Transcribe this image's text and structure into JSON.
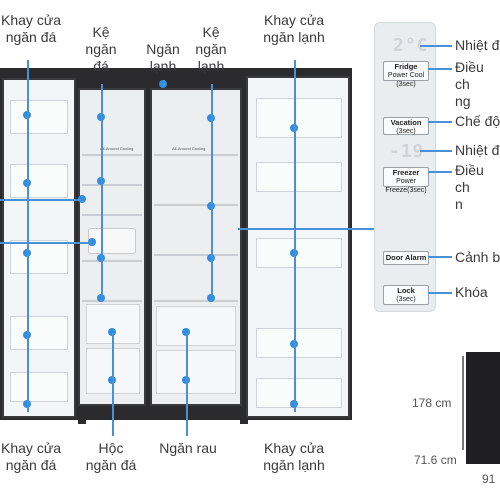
{
  "labels": {
    "top_left_tray": "Khay cửa\nngăn đá",
    "top_ice_shelf": "Kệ\nngăn\nđá",
    "top_cool_compartment": "Ngăn\nlạnh",
    "top_cool_shelf": "Kệ\nngăn\nlạnh",
    "top_right_tray": "Khay cửa\nngăn lạnh",
    "bottom_left_tray": "Khay cửa\nngăn đá",
    "bottom_ice_box": "Hộc\nngăn đá",
    "bottom_veg_drawer": "Ngăn rau",
    "bottom_right_tray": "Khay cửa\nngăn lạnh"
  },
  "panel_labels": {
    "fridge_temp": "Nhiệt đ",
    "fridge_adjust": "Điều ch\nng",
    "vacation_mode": "Chế độ",
    "freezer_temp": "Nhiệt đ",
    "freezer_adjust": "Điều ch\nn",
    "door_alarm": "Cảnh b",
    "lock": "Khóa"
  },
  "panel": {
    "fridge_display": "2°C",
    "fridge_btn": "Fridge",
    "fridge_sub": "Power Cool (3sec)",
    "vacation_btn": "Vacation",
    "vacation_sub": "(3sec)",
    "freezer_display": "-19",
    "freezer_btn": "Freezer",
    "freezer_sub": "Power Freeze(3sec)",
    "door_alarm_btn": "Door Alarm",
    "lock_btn": "Lock",
    "lock_sub": "(3sec)"
  },
  "interior_text": {
    "left_cooling": "All-Around Cooling",
    "right_cooling": "All-Around Cooling"
  },
  "dimensions": {
    "height": "178 cm",
    "width": "71.6 cm",
    "depth": "91"
  },
  "colors": {
    "accent": "#2e8fe0",
    "body": "#2b2b2d"
  }
}
